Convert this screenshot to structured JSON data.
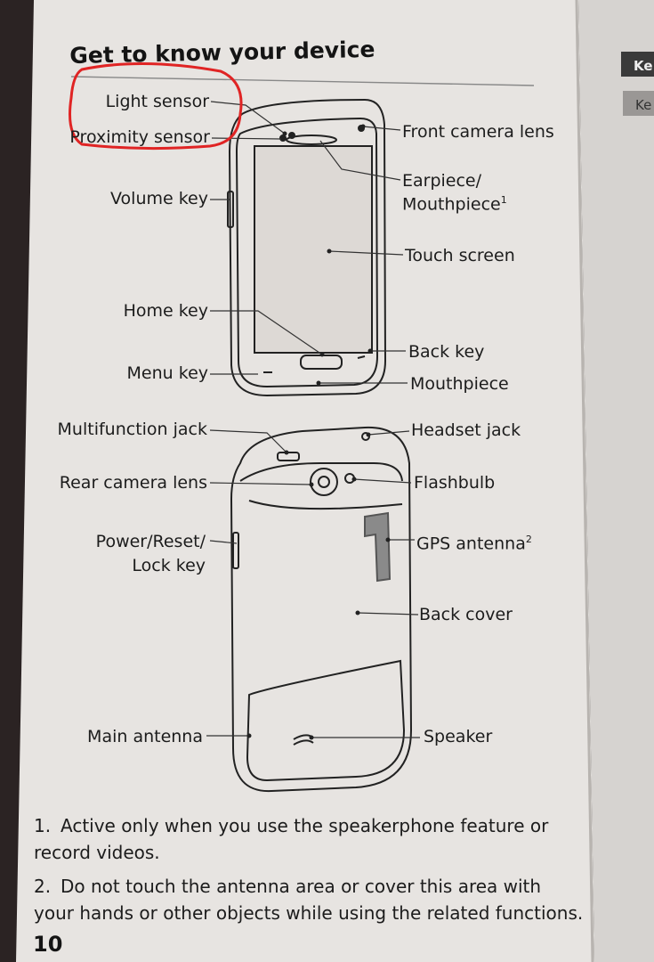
{
  "page": {
    "title": "Get to know your device",
    "page_number": "10",
    "next_page_tabs": [
      "Ke",
      "Ke"
    ]
  },
  "front_labels": {
    "light_sensor": "Light sensor",
    "proximity_sensor": "Proximity sensor",
    "volume_key": "Volume key",
    "home_key": "Home key",
    "menu_key": "Menu key",
    "front_camera_lens": "Front camera lens",
    "earpiece_line1": "Earpiece/",
    "earpiece_line2": "Mouthpiece",
    "earpiece_sup": "1",
    "touch_screen": "Touch screen",
    "back_key": "Back key",
    "mouthpiece": "Mouthpiece"
  },
  "rear_labels": {
    "multifunction_jack": "Multifunction jack",
    "rear_camera_lens": "Rear camera lens",
    "power_line1": "Power/Reset/",
    "power_line2": "Lock key",
    "main_antenna": "Main antenna",
    "headset_jack": "Headset jack",
    "flashbulb": "Flashbulb",
    "gps_antenna": "GPS antenna",
    "gps_sup": "2",
    "back_cover": "Back cover",
    "speaker": "Speaker"
  },
  "footnotes": [
    {
      "num": "1.",
      "text": "Active only when you use the speakerphone feature or record videos."
    },
    {
      "num": "2.",
      "text": "Do not touch the antenna area or cover this area with your hands or other objects while using the related functions."
    }
  ],
  "colors": {
    "paper": "#e6e3e0",
    "ink": "#1c1c1c",
    "highlight_circle": "#e02424"
  }
}
